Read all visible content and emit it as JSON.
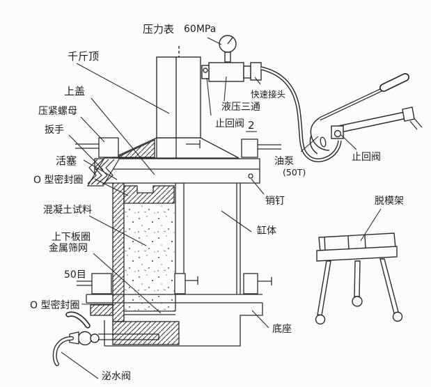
{
  "diagram": {
    "labels": {
      "pressure_gauge": "压力表",
      "pressure_value": "60MPa",
      "jack": "千斤顶",
      "top_cover": "上盖",
      "compression_nut": "压紧螺母",
      "wrench": "扳手",
      "piston": "活塞",
      "o_ring_upper": "O 型密封圈",
      "concrete_sample": "混凝土试料",
      "plate_rings": "上下板圈",
      "metal_sieve": "金属筛网",
      "mesh_50": "50目",
      "o_ring_lower": "O 型密封圈",
      "bleed_valve": "泌水阀",
      "hydraulic_tee": "液压三通",
      "quick_coupler": "快速接头",
      "check_valve_top": "止回阀",
      "check_valve_top_num": "2",
      "oil_pump": "油泵",
      "oil_pump_capacity": "(50T)",
      "check_valve_pump": "止回阀",
      "pin": "销钉",
      "cylinder_body": "缸体",
      "base": "底座",
      "demold_stand": "脱模架"
    },
    "colors": {
      "line": "#2b2b2b",
      "background": "#fcfcfc"
    }
  }
}
